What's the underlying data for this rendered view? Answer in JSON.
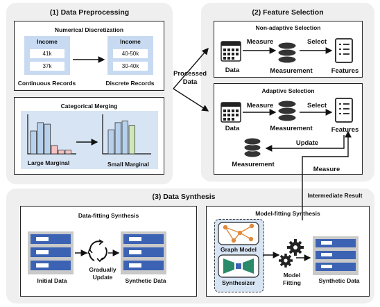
{
  "preprocessing": {
    "title": "(1) Data Preprocessing",
    "numerical": {
      "title": "Numerical Discretization",
      "left": {
        "header": "Income",
        "values": [
          "41k",
          "37k"
        ],
        "caption": "Continuous Records"
      },
      "right": {
        "header": "Income",
        "values": [
          "40-50k",
          "30-40k"
        ],
        "caption": "Discrete Records"
      }
    },
    "categorical": {
      "title": "Categorical Merging",
      "left_caption": "Large Marginal",
      "right_caption": "Small Marginal",
      "large_bars": [
        0.6,
        0.82,
        0.78,
        0.22,
        0.1,
        0.1
      ],
      "small_bars": [
        0.63,
        0.82,
        0.86,
        0.74
      ]
    }
  },
  "processed_label": "Processed\nData",
  "feature": {
    "title": "(2) Feature Selection",
    "non_adaptive": {
      "title": "Non-adaptive Selection",
      "measure": "Measure",
      "select": "Select",
      "data": "Data",
      "measurement": "Measurement",
      "features": "Features"
    },
    "adaptive": {
      "title": "Adaptive Selection",
      "measure": "Measure",
      "select": "Select",
      "data": "Data",
      "measurement": "Measurement",
      "features": "Features",
      "update": "Update",
      "measurement2": "Measurement",
      "measure2": "Measure"
    }
  },
  "intermediate": "Intermediate Result",
  "synthesis": {
    "title": "(3) Data Synthesis",
    "data_fitting": {
      "title": "Data-fitting Synthesis",
      "initial": "Initial Data",
      "gradual": "Gradually\nUpdate",
      "synthetic": "Synthetic Data"
    },
    "model_fitting": {
      "title": "Model-fitting Synthesis",
      "graph_model": "Graph Model",
      "synthesizer": "Synthesizer",
      "fitting": "Model\nFitting",
      "synthetic": "Synthetic Data"
    }
  },
  "colors": {
    "panel": "#efefef",
    "table_blue": "#c8daf2",
    "bar_blue": "#b7d0ec",
    "bar_red": "#f4c2c2",
    "bar_green": "#cfe8b8",
    "db_dark": "#333",
    "record": "#3b62b3",
    "graph": "#e08a3c",
    "synth_green": "#2b8a6a"
  }
}
